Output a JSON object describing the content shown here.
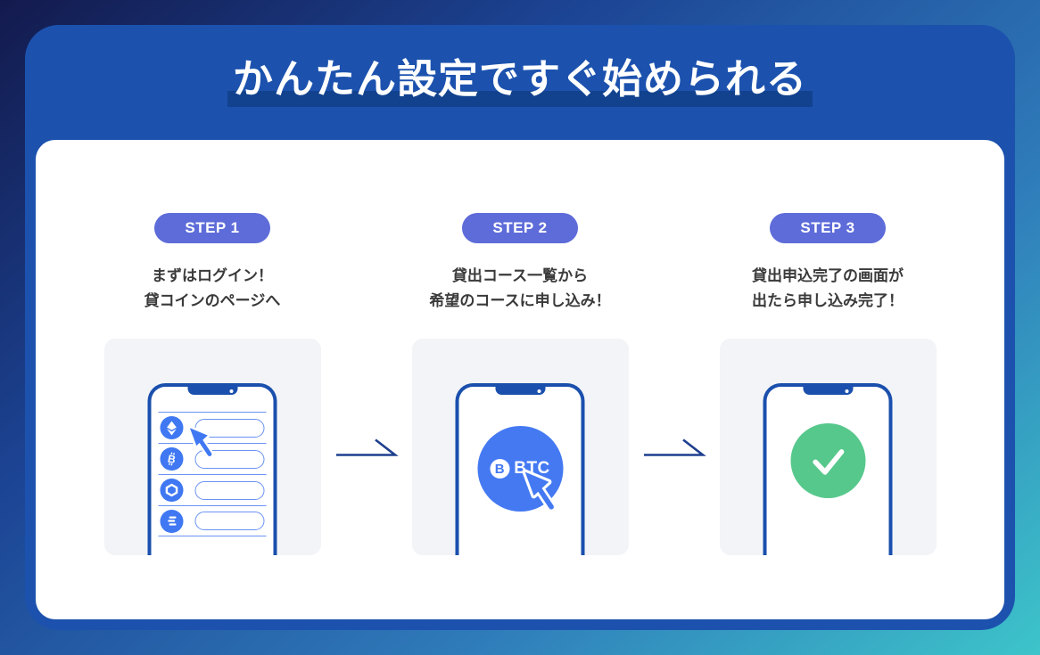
{
  "header": {
    "title": "かんたん設定ですぐ始められる"
  },
  "steps": [
    {
      "badge": "STEP 1",
      "description_line1": "まずはログイン！",
      "description_line2": "貸コインのページへ"
    },
    {
      "badge": "STEP 2",
      "description_line1": "貸出コース一覧から",
      "description_line2": "希望のコースに申し込み！"
    },
    {
      "badge": "STEP 3",
      "description_line1": "貸出申込完了の画面が",
      "description_line2": "出たら申し込み完了！"
    }
  ],
  "phone_screens": {
    "step1": {
      "coins": [
        "ethereum-icon",
        "bitcoin-icon",
        "hexagon-coin-icon",
        "solana-icon"
      ]
    },
    "step2": {
      "coin_symbol": "B",
      "coin_label": "BTC"
    },
    "step3": {
      "icon": "checkmark-icon"
    }
  },
  "colors": {
    "card_blue": "#1c52ae",
    "title_highlight": "#12428e",
    "step_badge": "#5e6cd9",
    "coin_blue": "#4479f2",
    "success_green": "#57c88c",
    "background_top": "#131a4d",
    "background_bottom": "#3dc4ca"
  }
}
